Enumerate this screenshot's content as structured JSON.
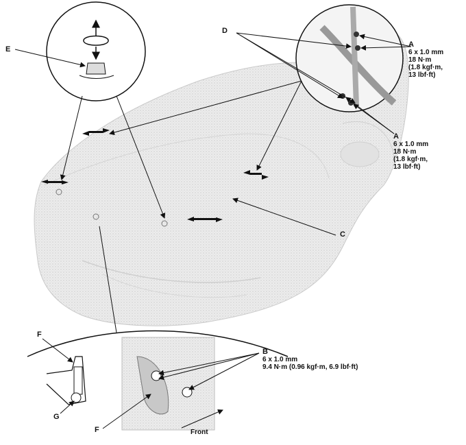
{
  "callouts": {
    "a_top": {
      "letter": "A",
      "line1": "6 x 1.0 mm",
      "line2": "18 N·m",
      "line3": "(1.8 kgf·m,",
      "line4": "13 lbf·ft)"
    },
    "a_mid": {
      "letter": "A",
      "line1": "6 x 1.0 mm",
      "line2": "18 N·m",
      "line3": "(1.8 kgf·m,",
      "line4": "13 lbf·ft)"
    },
    "b": {
      "letter": "B",
      "line1": "6 x 1.0 mm",
      "line2": "9.4 N·m (0.96 kgf·m, 6.9 lbf·ft)"
    },
    "c": "C",
    "d": "D",
    "e": "E",
    "f_top": "F",
    "f_bottom": "F",
    "g": "G"
  },
  "direction_label": "Front",
  "colors": {
    "ink": "#111111",
    "car_body": "#e6e6e6",
    "car_shade": "#cfcfcf"
  }
}
